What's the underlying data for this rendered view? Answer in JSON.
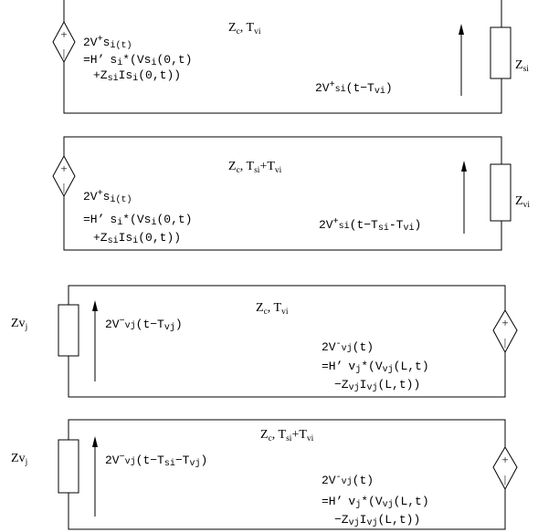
{
  "panels": [
    {
      "id": "panel-1",
      "line_param": {
        "main": "Z",
        "main_sub": "c",
        "sep": ", ",
        "main2": "T",
        "main2_sub": "vi"
      },
      "source": {
        "plus": "+",
        "minus": "|",
        "line1": {
          "pre": "2V",
          "sup": "+",
          "mid": "s",
          "sub": "i(t)"
        },
        "line2": {
          "pre": "=H’",
          "mid": "s",
          "sub": "i",
          "post": "*(Vs",
          "sub2": "i",
          "post2": "(0,t)"
        },
        "line3": {
          "pre": "+Z",
          "sub": "si",
          "mid": "Is",
          "sub2": "i",
          "post": "(0,t))"
        }
      },
      "wave": {
        "pre": "2V",
        "sup": "+",
        "sub": "si",
        "post": "(t−T",
        "sub2": "vi",
        "post2": ")"
      },
      "load": {
        "main": "Z",
        "sub": "si"
      }
    },
    {
      "id": "panel-2",
      "line_param": {
        "main": "Z",
        "main_sub": "c",
        "sep": ", ",
        "main2": "T",
        "main2_sub": "si",
        "plus": "+",
        "main3": "T",
        "main3_sub": "vi"
      },
      "source": {
        "plus": "+",
        "minus": "|",
        "line1": {
          "pre": "2V",
          "sup": "+",
          "mid": "s",
          "sub": "i(t)"
        },
        "line2": {
          "pre": "=H’",
          "mid": "s",
          "sub": "i",
          "post": "*(Vs",
          "sub2": "i",
          "post2": "(0,t)"
        },
        "line3": {
          "pre": "+Z",
          "sub": "si",
          "mid": "Is",
          "sub2": "i",
          "post": "(0,t))"
        }
      },
      "wave": {
        "pre": "2V",
        "sup": "+",
        "sub": "si",
        "post": "(t−T",
        "sub2": "si",
        "mid": "-T",
        "sub3": "vi",
        "post2": ")"
      },
      "load": {
        "main": "Z",
        "sub": "vi"
      }
    },
    {
      "id": "panel-3",
      "line_param": {
        "main": "Z",
        "main_sub": "c",
        "sep": ", ",
        "main2": "T",
        "main2_sub": "vi"
      },
      "load": {
        "main": "Zv",
        "sub": "j"
      },
      "wave": {
        "pre": "2V",
        "sup": "−",
        "sub": "vj",
        "post": "(t−T",
        "sub2": "vj",
        "post2": ")"
      },
      "source": {
        "plus": "+",
        "minus": "|",
        "line1": {
          "pre": "2V",
          "sup": "-",
          "sub": "vj",
          "post": "(t)"
        },
        "line2": {
          "pre": "=H’",
          "mid": "v",
          "sub": "j",
          "post": "*(V",
          "sub2": "vj",
          "post2": "(L,t)"
        },
        "line3": {
          "pre": "−Z",
          "sub": "vj",
          "mid": "I",
          "sub2": "vj",
          "post": "(L,t))"
        }
      }
    },
    {
      "id": "panel-4",
      "line_param": {
        "main": "Z",
        "main_sub": "c",
        "sep": ", ",
        "main2": "T",
        "main2_sub": "si",
        "plus": "+",
        "main3": "T",
        "main3_sub": "vi"
      },
      "load": {
        "main": "Zv",
        "sub": "j"
      },
      "wave": {
        "pre": "2V",
        "sup": "−",
        "sub": "vj",
        "post": "(t−T",
        "sub2": "si",
        "mid": "−T",
        "sub3": "vj",
        "post2": ")"
      },
      "source": {
        "plus": "+",
        "minus": "|",
        "line1": {
          "pre": "2V",
          "sup": "-",
          "sub": "vj",
          "post": "(t)"
        },
        "line2": {
          "pre": "=H’",
          "mid": "v",
          "sub": "j",
          "post": "*(V",
          "sub2": "vj",
          "post2": "(L,t)"
        },
        "line3": {
          "pre": "−Z",
          "sub": "vj",
          "mid": "I",
          "sub2": "vj",
          "post": "(L,t))"
        }
      }
    }
  ]
}
